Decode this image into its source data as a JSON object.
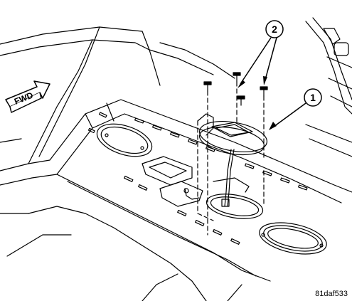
{
  "figure": {
    "direction_label": "FWD",
    "callouts": [
      {
        "number": "1"
      },
      {
        "number": "2"
      }
    ],
    "figure_id": "81daf533"
  }
}
